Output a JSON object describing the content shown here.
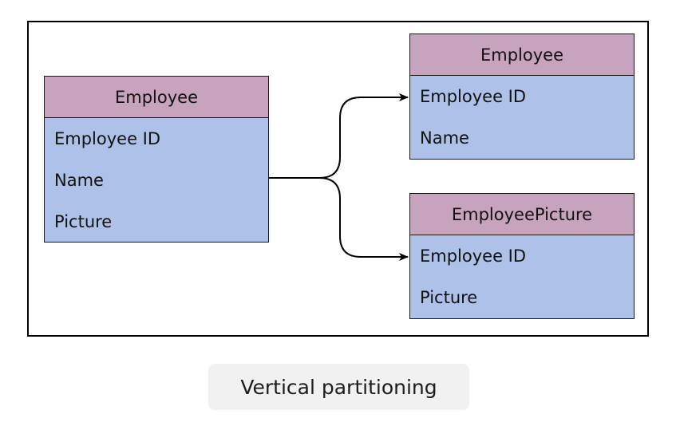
{
  "diagram": {
    "source_table": {
      "title": "Employee",
      "fields": [
        "Employee ID",
        "Name",
        "Picture"
      ]
    },
    "partitions": [
      {
        "title": "Employee",
        "fields": [
          "Employee ID",
          "Name"
        ]
      },
      {
        "title": "EmployeePicture",
        "fields": [
          "Employee ID",
          "Picture"
        ]
      }
    ],
    "caption": "Vertical partitioning"
  },
  "colors": {
    "header_fill": "#c8a3bd",
    "body_fill": "#aec1e9",
    "caption_bg": "#f1f1f1"
  }
}
